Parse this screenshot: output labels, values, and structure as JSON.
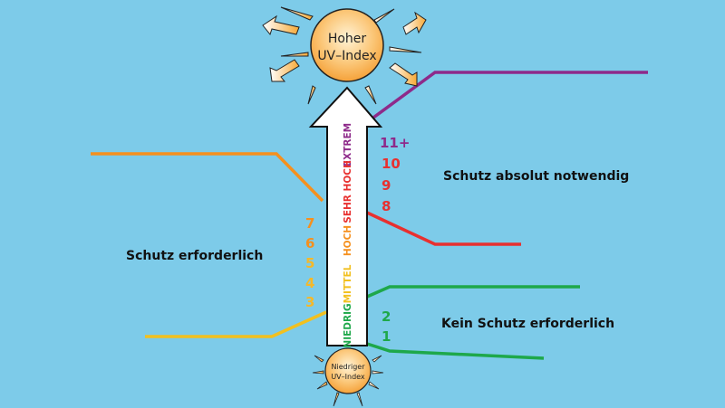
{
  "top_sun": {
    "line1": "Hoher",
    "line2": "UV–Index"
  },
  "bottom_sun": {
    "line1": "Niedriger",
    "line2": "UV–Index"
  },
  "levels": [
    {
      "label": "EXTREM",
      "color": "#8e2a8a"
    },
    {
      "label": "SEHR HOCH",
      "color": "#e8302f"
    },
    {
      "label": "HOCH",
      "color": "#f5901e"
    },
    {
      "label": "MITTEL",
      "color": "#f2c01f"
    },
    {
      "label": "NIEDRIG",
      "color": "#1ea84a"
    }
  ],
  "numbers": {
    "extreme": "11+",
    "very_high": [
      "10",
      "9",
      "8"
    ],
    "high": [
      "7",
      "6"
    ],
    "medium": [
      "5",
      "4",
      "3"
    ],
    "low": [
      "2",
      "1"
    ]
  },
  "captions": {
    "absolute": "Schutz absolut notwendig",
    "required": "Schutz erforderlich",
    "none": "Kein Schutz erforderlich"
  }
}
